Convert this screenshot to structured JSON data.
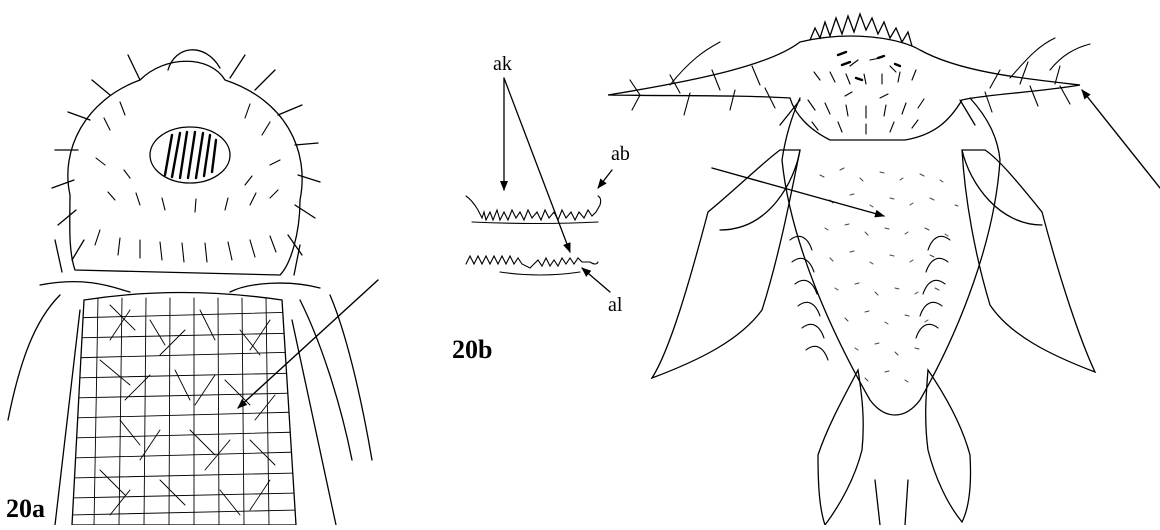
{
  "labels": {
    "fig_a": "20a",
    "fig_b": "20b",
    "ak": "ak",
    "ab": "ab",
    "al": "al"
  }
}
